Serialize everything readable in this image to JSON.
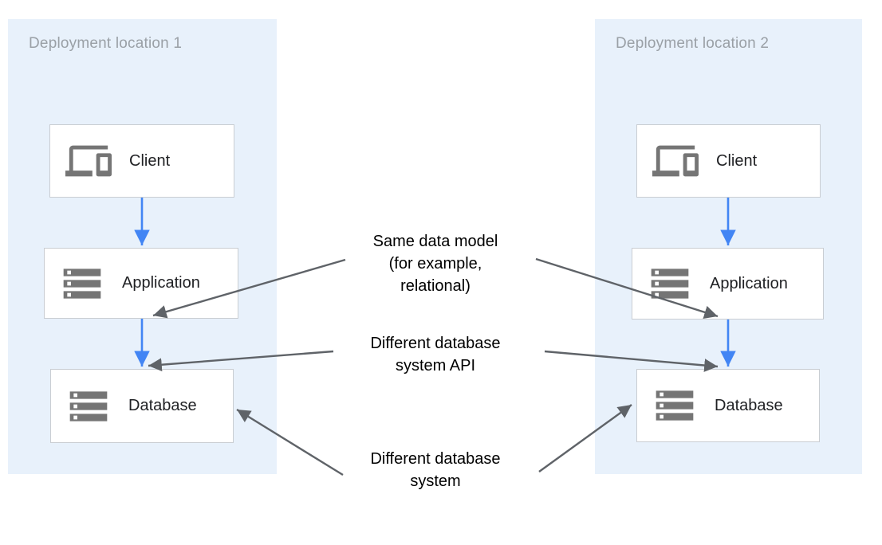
{
  "colors": {
    "canvas-bg": "#ffffff",
    "panel-bg": "#e8f1fb",
    "panel-title": "#9aa0a6",
    "box-bg": "#ffffff",
    "box-border": "#c9cdd2",
    "box-label": "#202124",
    "icon-gray": "#757575",
    "arrow-blue": "#4285f4",
    "arrow-gray": "#5f6368",
    "annotation-text": "#000000"
  },
  "panels": [
    {
      "title": "Deployment location 1",
      "boxes": [
        {
          "label": "Client",
          "icon": "devices-icon"
        },
        {
          "label": "Application",
          "icon": "storage-icon"
        },
        {
          "label": "Database",
          "icon": "storage-icon"
        }
      ]
    },
    {
      "title": "Deployment location 2",
      "boxes": [
        {
          "label": "Client",
          "icon": "devices-icon"
        },
        {
          "label": "Application",
          "icon": "storage-icon"
        },
        {
          "label": "Database",
          "icon": "storage-icon"
        }
      ]
    }
  ],
  "annotations": [
    {
      "lines": [
        "Same data model",
        "(for example,",
        "relational)"
      ]
    },
    {
      "lines": [
        "Different database",
        "system API"
      ]
    },
    {
      "lines": [
        "Different database",
        "system"
      ]
    }
  ]
}
